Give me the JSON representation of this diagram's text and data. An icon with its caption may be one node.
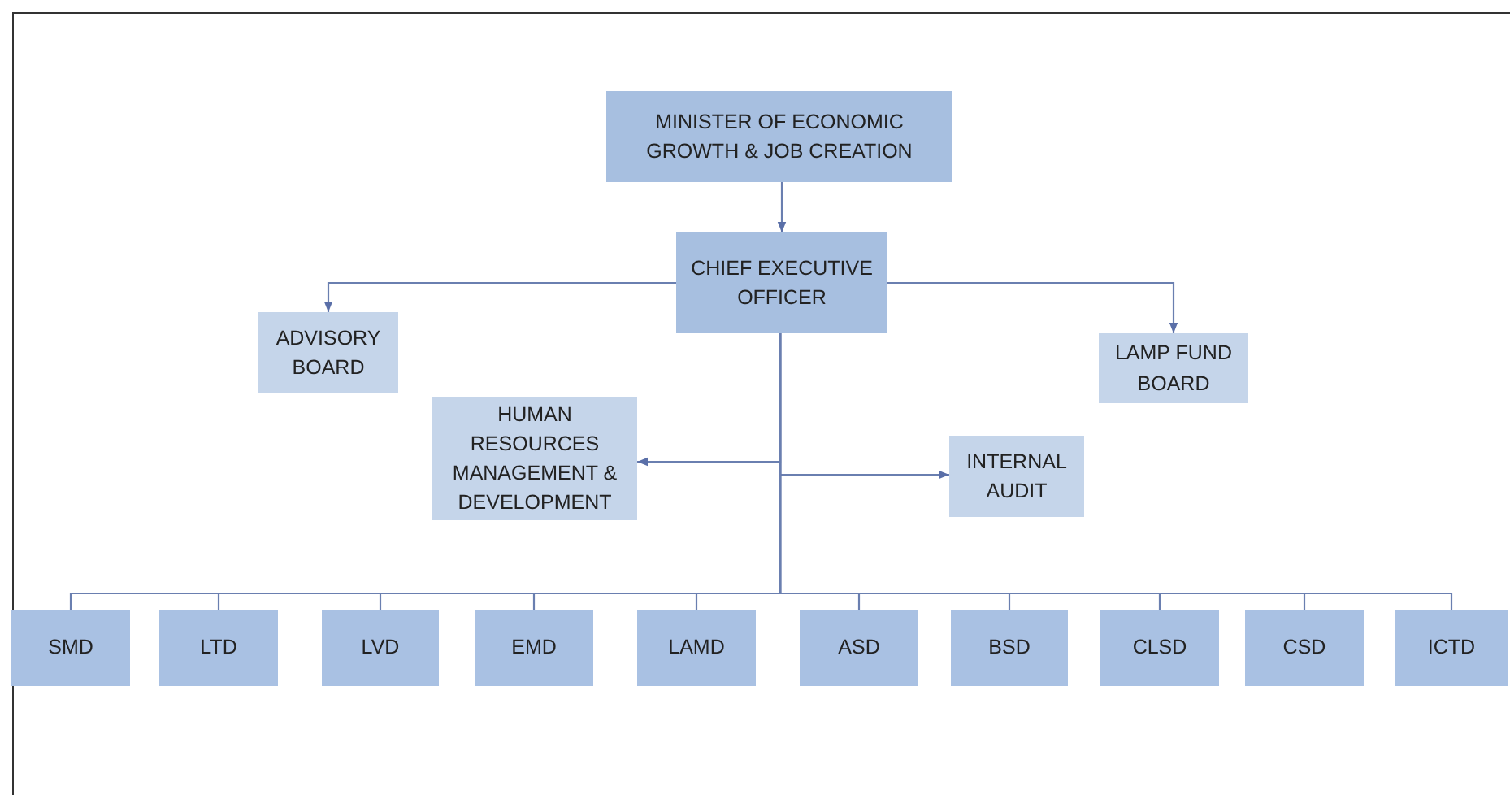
{
  "diagram": {
    "nodes": [
      {
        "text": [
          "MINISTER OF ECONOMIC GROWTH & JOB CREATION"
        ]
      },
      {
        "text": [
          "CHIEF EXECUTIVE OFFICER"
        ]
      },
      {
        "text": [
          "ADVISORY BOARD"
        ]
      },
      {
        "text": [
          "LAMP FUND BOARD"
        ]
      },
      {
        "text": [
          "HUMAN RESOURCES MANAGEMENT & DEVELOPMENT"
        ]
      },
      {
        "text": [
          "INTERNAL AUDIT"
        ]
      },
      {
        "text": [
          "SMD"
        ]
      },
      {
        "text": [
          "LTD"
        ]
      },
      {
        "text": [
          "LVD"
        ]
      },
      {
        "text": [
          "EMD"
        ]
      },
      {
        "text": [
          "LAMD"
        ]
      },
      {
        "text": [
          "ASD"
        ]
      },
      {
        "text": [
          "BSD"
        ]
      },
      {
        "text": [
          "CLSD"
        ]
      },
      {
        "text": [
          "CSD"
        ]
      },
      {
        "text": [
          "ICTD"
        ]
      }
    ],
    "edges": [
      {
        "from": 0,
        "to": 1,
        "arrow": "to"
      },
      {
        "from": 1,
        "to": 2,
        "arrow": "to"
      },
      {
        "from": 1,
        "to": 3,
        "arrow": "to"
      },
      {
        "from": 1,
        "to": 4,
        "arrow": "to"
      },
      {
        "from": 1,
        "to": 5,
        "arrow": "to"
      },
      {
        "from": 1,
        "to": 6,
        "arrow": "none"
      },
      {
        "from": 1,
        "to": 7,
        "arrow": "none"
      },
      {
        "from": 1,
        "to": 8,
        "arrow": "none"
      },
      {
        "from": 1,
        "to": 9,
        "arrow": "none"
      },
      {
        "from": 1,
        "to": 10,
        "arrow": "none"
      },
      {
        "from": 1,
        "to": 11,
        "arrow": "none"
      },
      {
        "from": 1,
        "to": 12,
        "arrow": "none"
      },
      {
        "from": 1,
        "to": 13,
        "arrow": "none"
      },
      {
        "from": 1,
        "to": 14,
        "arrow": "none"
      },
      {
        "from": 1,
        "to": 15,
        "arrow": "none"
      }
    ]
  }
}
